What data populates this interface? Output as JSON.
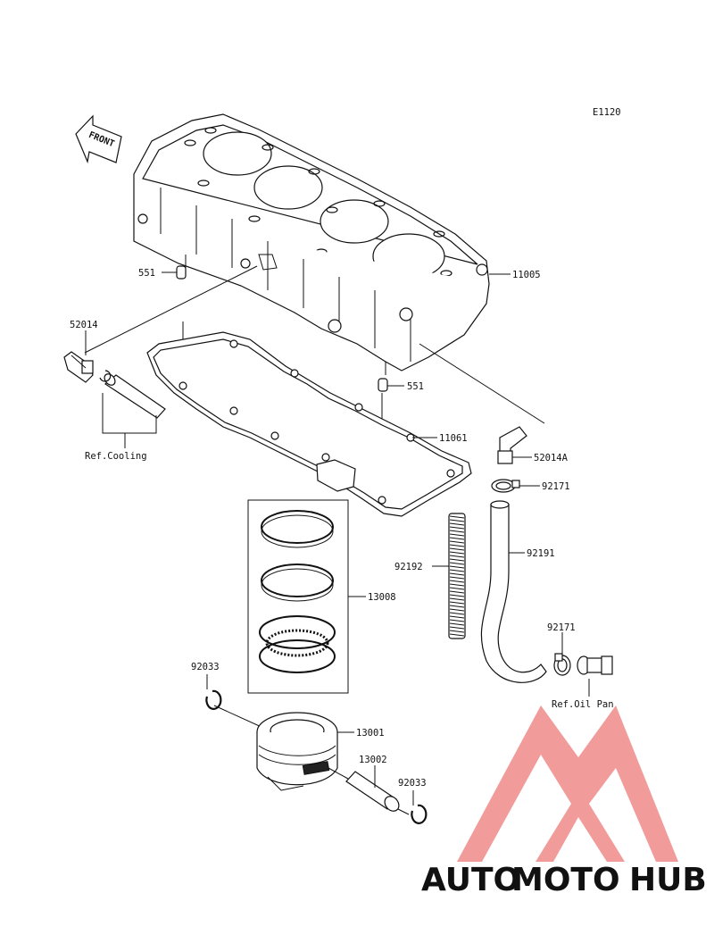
{
  "diagram_code": "E1120",
  "front_label": "FRONT",
  "part_labels": {
    "cylinder_block": "11005",
    "dowel_pin_upper": "551",
    "dowel_pin_lower": "551",
    "fitting_left": "52014",
    "fitting_right": "52014A",
    "head_gasket": "11061",
    "clamp_upper": "92171",
    "clamp_lower": "92171",
    "hose": "92191",
    "spring": "92192",
    "piston_ring_set": "13008",
    "piston": "13001",
    "piston_pin": "13002",
    "circlip_left": "92033",
    "circlip_right": "92033"
  },
  "refs": {
    "cooling": "Ref.Cooling",
    "oil_pan": "Ref.Oil Pan"
  },
  "watermark": {
    "text_auto": "AUTO",
    "text_moto": "MOTO",
    "text_hub": "HUB",
    "color_auto": "#f5b04a",
    "color_moto": "#ee6a6a",
    "color_hub": "#8a8a8a",
    "logo_color": "#f08a8a"
  }
}
